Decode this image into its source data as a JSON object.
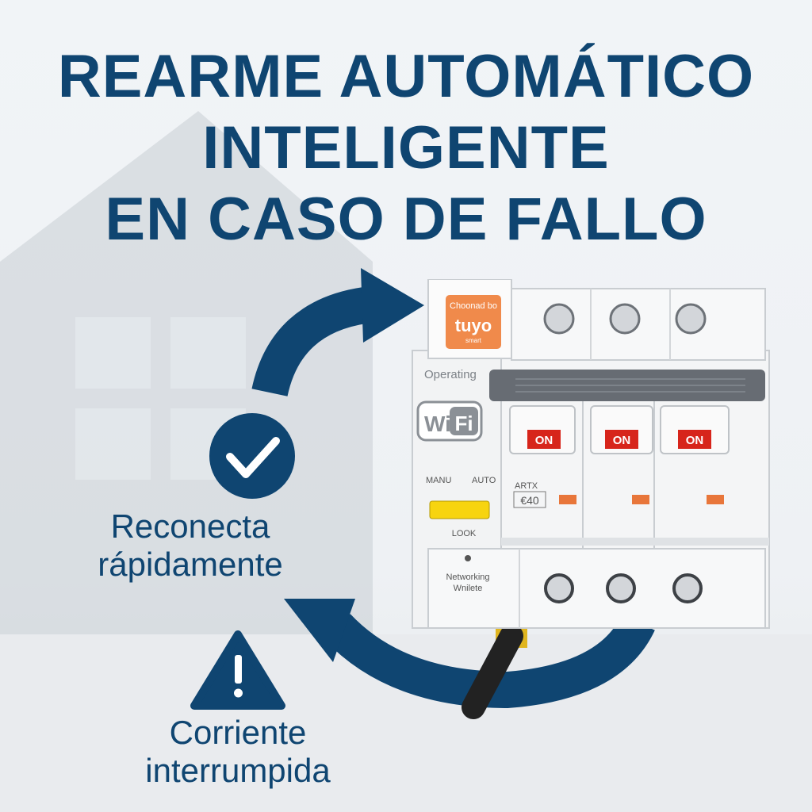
{
  "headline": {
    "line1": "REARME AUTOMÁTICO",
    "line2": "INTELIGENTE",
    "line3": "EN CASO DE FALLO"
  },
  "reconnect": {
    "line1": "Reconecta",
    "line2": "rápidamente",
    "icon": "check-circle-icon"
  },
  "interrupted": {
    "line1": "Corriente",
    "line2": "interrumpida",
    "icon": "warning-triangle-icon"
  },
  "device": {
    "badge_top": "Choonad bo",
    "badge_brand": "tuyo",
    "badge_sub": "smart",
    "operating": "Operating",
    "wifi_left": "Wi",
    "wifi_right": "Fi",
    "manu": "MANU",
    "auto": "AUTO",
    "look": "LOOK",
    "model": "ARTX",
    "rating": "€40",
    "networking_line1": "Networking",
    "networking_line2": "Wnilete",
    "pole_state": "ON"
  },
  "colors": {
    "primary": "#0f4571",
    "accent_orange": "#f08a4b",
    "on_red": "#d7251b",
    "manual_yellow": "#f7d40f",
    "handle_grey": "#676c73"
  }
}
